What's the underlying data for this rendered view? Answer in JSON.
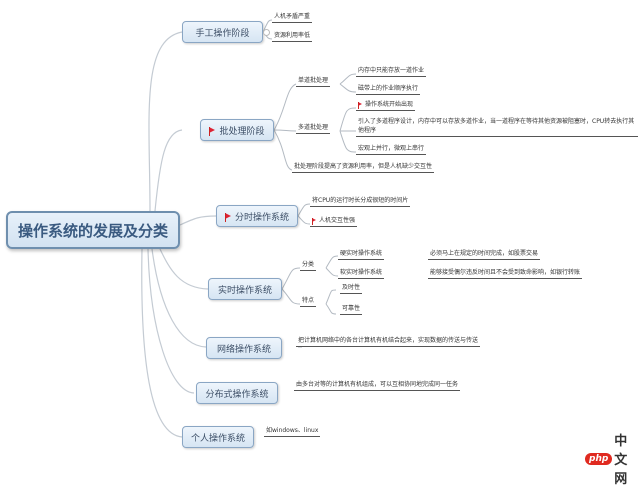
{
  "root": {
    "label": "操作系统的发展及分类"
  },
  "branches": [
    {
      "label": "手工操作阶段",
      "flag": false,
      "children": [
        {
          "label": "人机矛盾严重"
        },
        {
          "label": "资源利用率低"
        }
      ]
    },
    {
      "label": "批处理阶段",
      "flag": true,
      "children": [
        {
          "label": "单道批处理",
          "children": [
            {
              "label": "内存中只能存放一道作业"
            },
            {
              "label": "磁带上的作业顺序执行"
            }
          ]
        },
        {
          "label": "多道批处理",
          "children": [
            {
              "label": "操作系统开始出现",
              "flag": true
            },
            {
              "label": "引入了多道程序设计，内存中可以存放多道作业，当一道程序在等待其他资源被阻塞时，CPU转去执行其他程序"
            },
            {
              "label": "宏观上并行，微观上串行"
            }
          ]
        },
        {
          "label": "批处理阶段提高了资源利用率，但是人机缺少交互性"
        }
      ]
    },
    {
      "label": "分时操作系统",
      "flag": true,
      "children": [
        {
          "label": "将CPU的运行时长分成很短的时间片"
        },
        {
          "label": "人机交互性强",
          "flag": true
        }
      ]
    },
    {
      "label": "实时操作系统",
      "flag": false,
      "children": [
        {
          "label": "分类",
          "children": [
            {
              "label": "硬实时操作系统",
              "note": "必须马上在规定的时间完成，如股票交易"
            },
            {
              "label": "软实时操作系统",
              "note": "能够接受偶尔违反时间且不会受到致命影响，如银行转账"
            }
          ]
        },
        {
          "label": "特点",
          "children": [
            {
              "label": "及时性"
            },
            {
              "label": "可靠性"
            }
          ]
        }
      ]
    },
    {
      "label": "网络操作系统",
      "flag": false,
      "children": [
        {
          "label": "把计算机网络中的各台计算机有机结合起来，实现数据的传送与传送"
        }
      ]
    },
    {
      "label": "分布式操作系统",
      "flag": false,
      "children": [
        {
          "label": "由多台对等的计算机有机组成，可以互相协同地完成同一任务"
        }
      ]
    },
    {
      "label": "个人操作系统",
      "flag": false,
      "children": [
        {
          "label": "如windows、linux"
        }
      ]
    }
  ],
  "watermark": {
    "logo": "php",
    "text": "中文网"
  },
  "colors": {
    "node_border": "#8aa6c4",
    "node_fill": "#dce8f5",
    "flag": "#dd2222",
    "line": "#b8c2cc"
  }
}
